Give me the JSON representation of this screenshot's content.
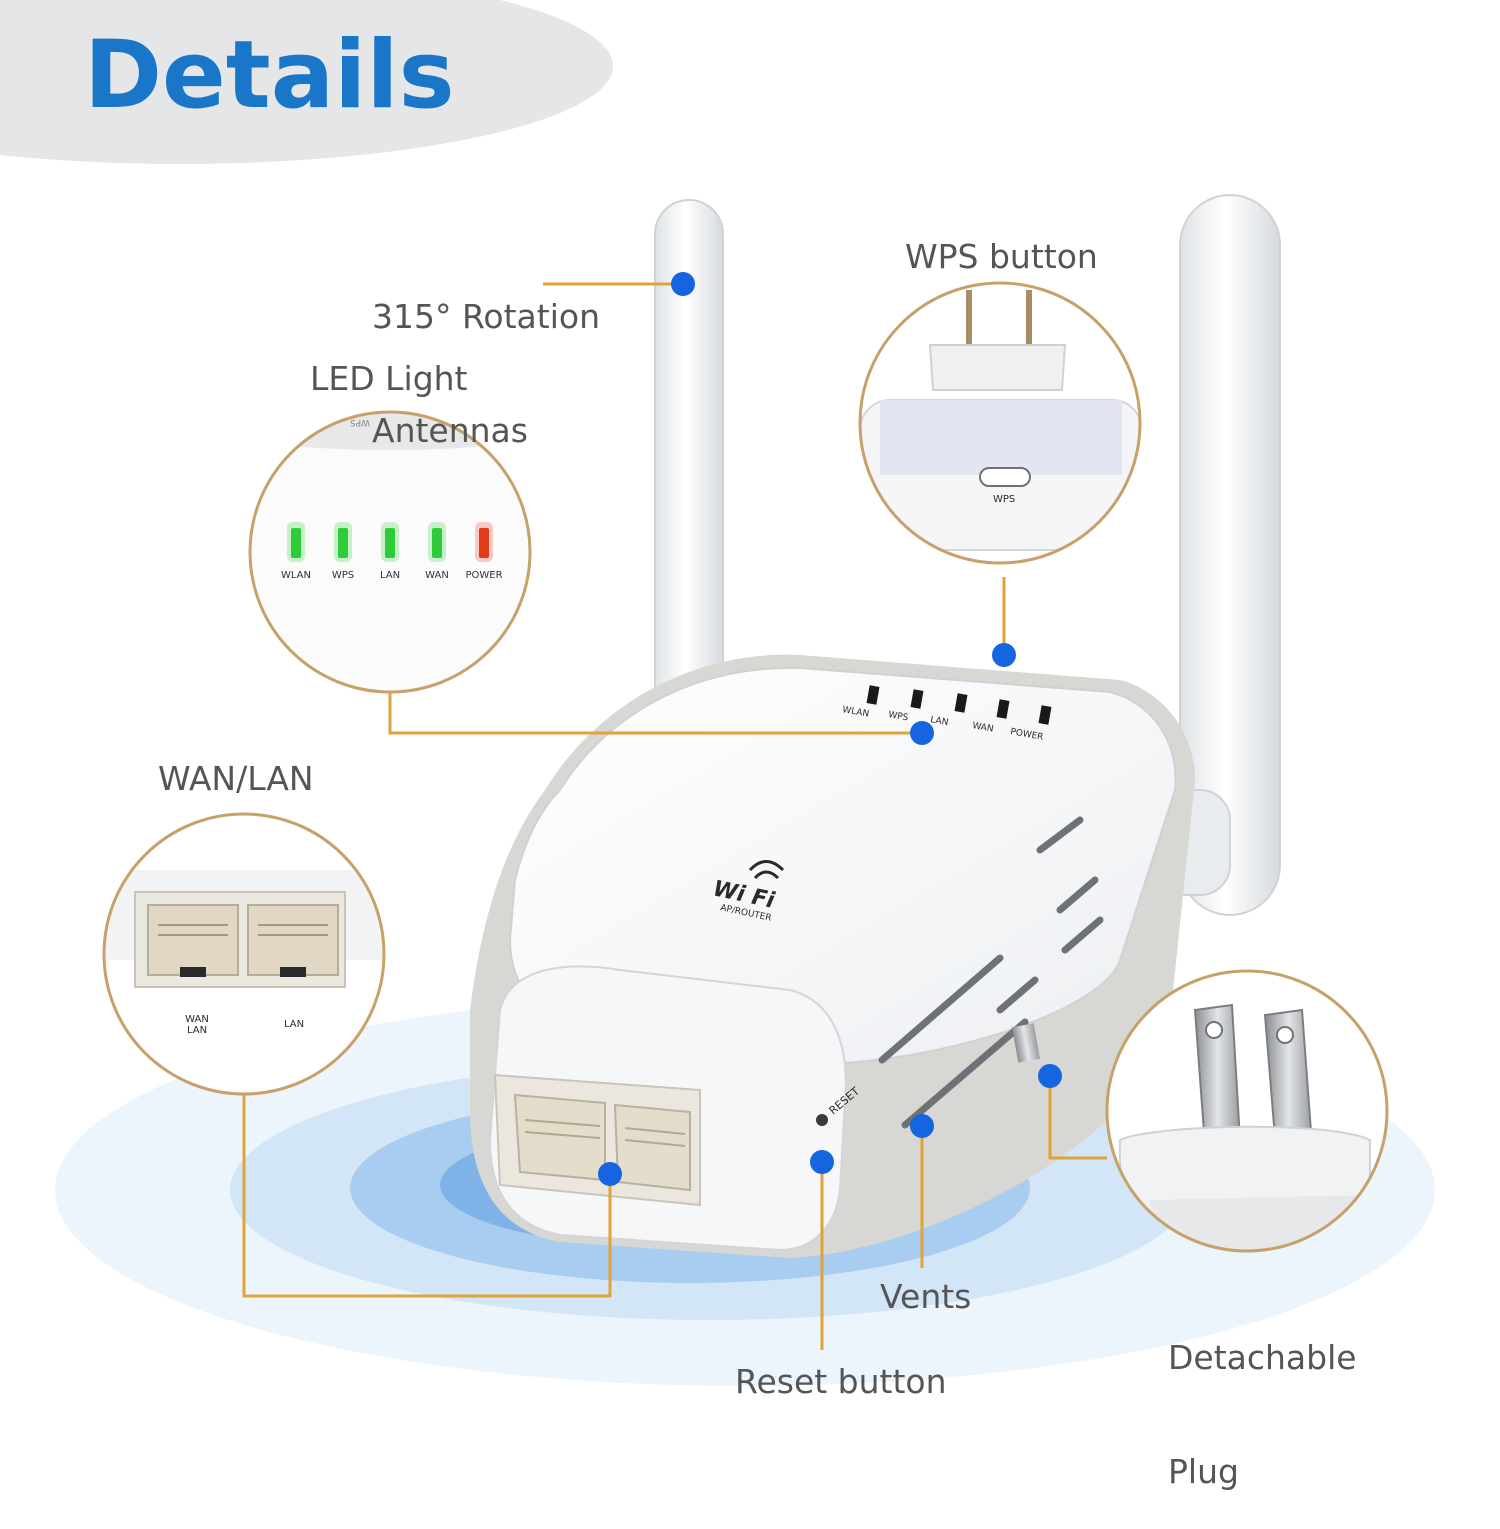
{
  "header": {
    "title": "Details"
  },
  "callouts": {
    "antennas": {
      "line1": "315° Rotation",
      "line2": "Antennas"
    },
    "wps": "WPS button",
    "led": "LED Light",
    "wanlan": "WAN/LAN",
    "vents": "Vents",
    "reset": "Reset button",
    "plug": {
      "line1": "Detachable",
      "line2": "Plug"
    }
  },
  "device": {
    "brand": "Wi Fi",
    "model": "AP/ROUTER",
    "reset_label": "RESET",
    "indicators": [
      "WLAN",
      "WPS",
      "LAN",
      "WAN",
      "POWER"
    ]
  },
  "led_zoom": {
    "indicators": [
      {
        "label": "WLAN",
        "color": "#2ecc3a"
      },
      {
        "label": "WPS",
        "color": "#2ecc3a"
      },
      {
        "label": "LAN",
        "color": "#2ecc3a"
      },
      {
        "label": "WAN",
        "color": "#2ecc3a"
      },
      {
        "label": "POWER",
        "color": "#e23a1a"
      }
    ],
    "top_label": "WPS"
  },
  "wps_zoom": {
    "button_label": "WPS"
  },
  "port_zoom": {
    "port1_label": "WAN\nLAN",
    "port2_label": "LAN"
  },
  "colors": {
    "accent": "#1976c9",
    "callout_line": "#e0a23a",
    "marker": "#1565e0",
    "ring": "#c7a06a"
  }
}
